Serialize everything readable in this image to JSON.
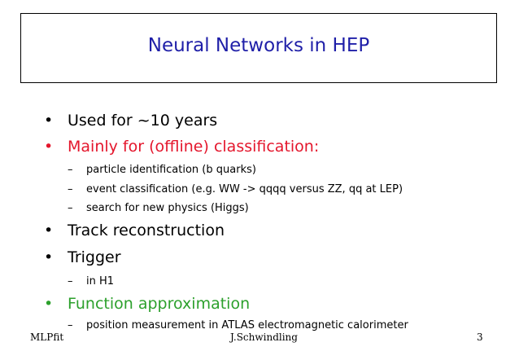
{
  "title": "Neural Networks in HEP",
  "bullets": [
    {
      "marker": "•",
      "text": "Used for ~10 years"
    },
    {
      "marker": "•",
      "text": "Mainly for (offline) classification:"
    },
    {
      "marker": "•",
      "text": "Track reconstruction"
    },
    {
      "marker": "•",
      "text": "Trigger"
    },
    {
      "marker": "•",
      "text": "Function approximation"
    }
  ],
  "subbullets": [
    {
      "marker": "–",
      "text": "particle identification (b quarks)"
    },
    {
      "marker": "–",
      "text": "event classification (e.g. WW -> qqqq versus ZZ, qq at LEP)"
    },
    {
      "marker": "–",
      "text": "search for new physics (Higgs)"
    },
    {
      "marker": "–",
      "text": "in H1"
    },
    {
      "marker": "–",
      "text": "position measurement in ATLAS electromagnetic calorimeter"
    }
  ],
  "footer": {
    "left": "MLPfit",
    "center": "J.Schwindling",
    "right": "3"
  },
  "colors": {
    "title": "#1f1fa8",
    "highlight_red": "#e4162c",
    "highlight_green": "#2ca02c"
  }
}
